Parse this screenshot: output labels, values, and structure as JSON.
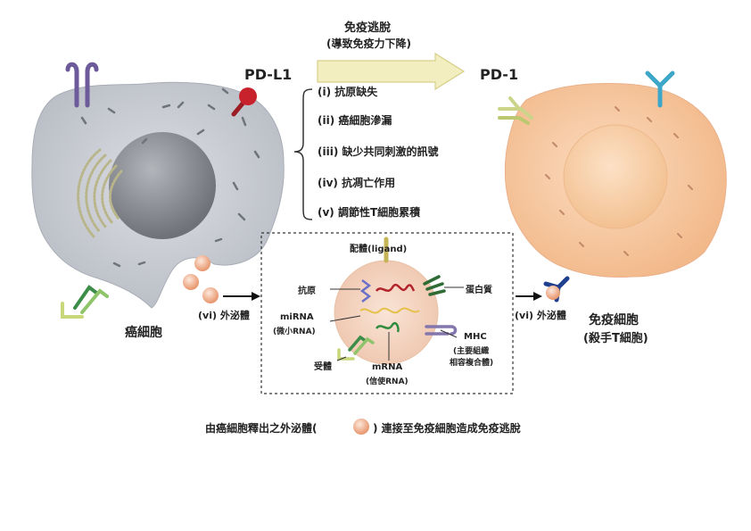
{
  "arrow": {
    "title": "免疫逃脫",
    "subtitle": "(導致免疫力下降)"
  },
  "labels": {
    "pdl1": "PD-L1",
    "pd1": "PD-1"
  },
  "mechanisms": [
    "(i)  抗原缺失",
    "(ii) 癌細胞滲漏",
    "(iii) 缺少共同刺激的訊號",
    "(iv) 抗凋亡作用",
    "(v)  調節性T細胞累積"
  ],
  "cancer_cell": {
    "label": "癌細胞"
  },
  "immune_cell": {
    "label": "免疫細胞",
    "sublabel": "(殺手T細胞)"
  },
  "exosome_left": "(vi) 外泌體",
  "exosome_right": "(vi) 外泌體",
  "exosome_detail": {
    "ligand": "配體(ligand)",
    "antigen": "抗原",
    "protein": "蛋白質",
    "mirna": "miRNA",
    "mirna_sub": "(微小RNA)",
    "mhc": "MHC",
    "mhc_sub1": "(主要組織",
    "mhc_sub2": "相容複合體)",
    "receptor": "受體",
    "mrna": "mRNA",
    "mrna_sub": "(信使RNA)"
  },
  "caption": {
    "before": "由癌細胞釋出之外泌體(",
    "after": ") 連接至免疫細胞造成免疫逃脫"
  },
  "colors": {
    "cancer_cell": "#c9ccd2",
    "nucleus": "#8a8d93",
    "immune_cell": "#f6c7a0",
    "exosome": "#f5d7c4",
    "arrow_fill": "#f3eec0",
    "pdl1_red": "#c8232c",
    "pd1_blue": "#1f3f8f"
  }
}
